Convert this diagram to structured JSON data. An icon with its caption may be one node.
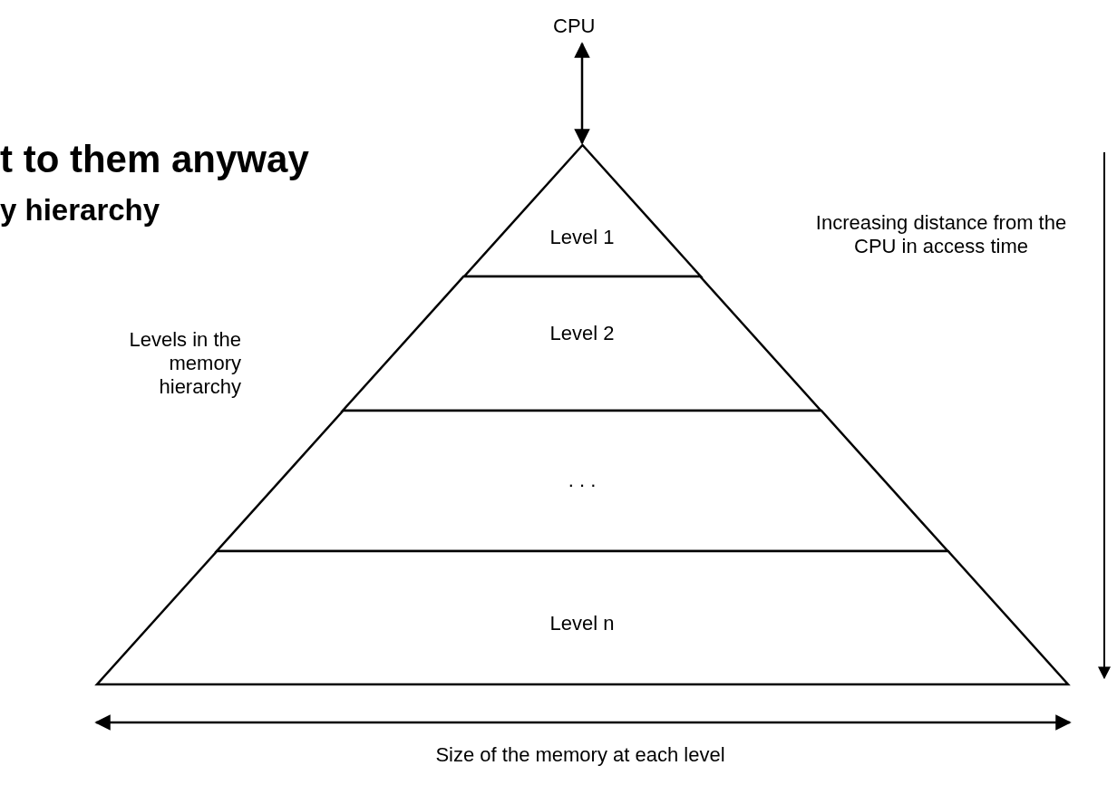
{
  "diagram": {
    "nodes": [
      {
        "text": [
          "CPU"
        ]
      },
      {
        "text": [
          "Level 1"
        ]
      },
      {
        "text": [
          "Level 2"
        ]
      },
      {
        "text": [
          ". . ."
        ]
      },
      {
        "text": [
          "Level n"
        ]
      }
    ],
    "edges": [
      {
        "from": 0,
        "to": 1,
        "arrow": "both"
      }
    ],
    "labels": [
      "t to them anyway",
      "y hierarchy",
      "Levels in the memory hierarchy",
      "Increasing distance from the CPU in access time",
      "Size of the memory at each level"
    ]
  }
}
